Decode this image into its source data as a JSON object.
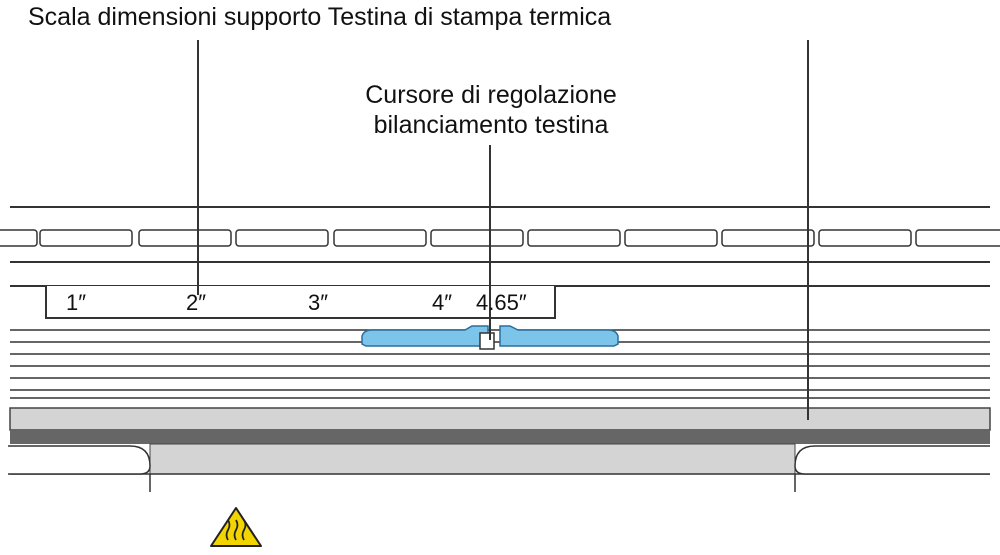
{
  "labels": {
    "title": "Scala dimensioni supporto Testina di stampa termica",
    "cursor_line1": "Cursore di regolazione",
    "cursor_line2": "bilanciamento testina"
  },
  "scale": {
    "ticks": [
      "1″",
      "2″",
      "3″",
      "4″",
      "4.65″"
    ]
  },
  "colors": {
    "line": "#333333",
    "slider": "#7cc4ea",
    "slider_stroke": "#2a6f9a",
    "bar": "#d4d4d4",
    "bar_dark": "#666666",
    "warning": "#f2d400"
  },
  "icons": {
    "warning": "hot-surface-warning-icon"
  }
}
